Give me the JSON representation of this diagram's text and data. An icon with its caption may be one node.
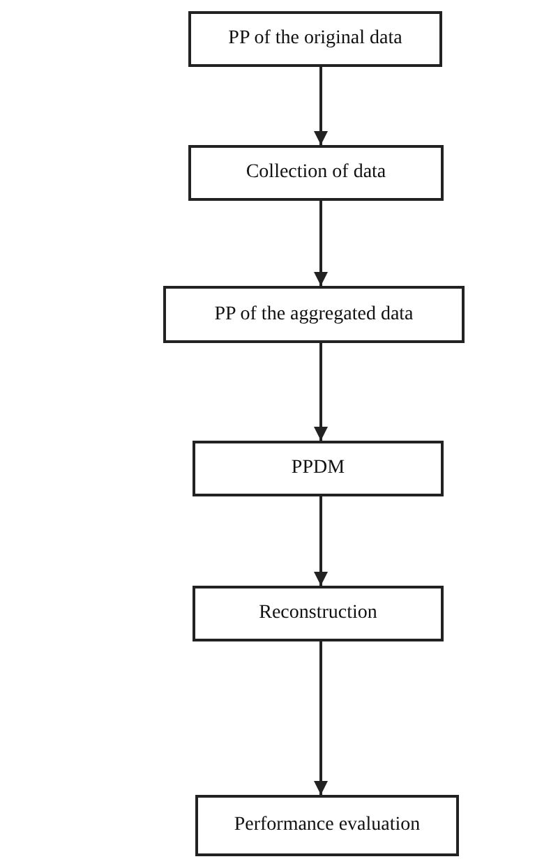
{
  "diagram": {
    "nodes": [
      {
        "text": [
          "PP of the original data"
        ]
      },
      {
        "text": [
          "Collection of data"
        ]
      },
      {
        "text": [
          "PP of the aggregated data"
        ]
      },
      {
        "text": [
          "PPDM"
        ]
      },
      {
        "text": [
          "Reconstruction"
        ]
      },
      {
        "text": [
          "Performance evaluation"
        ]
      }
    ],
    "edges": [
      {
        "from": 0,
        "to": 1,
        "arrow": "to"
      },
      {
        "from": 1,
        "to": 2,
        "arrow": "to"
      },
      {
        "from": 2,
        "to": 3,
        "arrow": "to"
      },
      {
        "from": 3,
        "to": 4,
        "arrow": "to"
      },
      {
        "from": 4,
        "to": 5,
        "arrow": "to"
      }
    ]
  }
}
